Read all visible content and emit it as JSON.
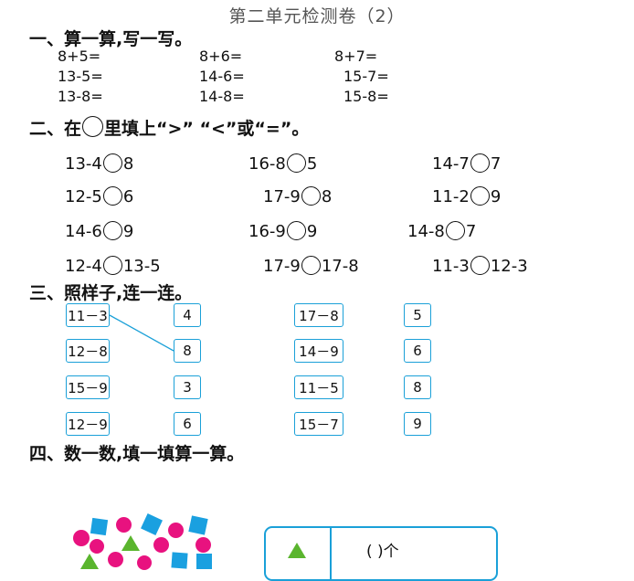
{
  "title": "第二单元检测卷（2）",
  "section1": {
    "heading": "一、算一算,写一写。",
    "rows": [
      [
        "8+5=",
        "8+6=",
        "8+7="
      ],
      [
        "13-5=",
        "14-6=",
        "15-7="
      ],
      [
        "13-8=",
        "14-8=",
        "15-8="
      ]
    ]
  },
  "section2": {
    "heading_a": "二、在",
    "heading_b": "里填上“>”  “<”或“=”。",
    "rows": [
      [
        [
          "13-4",
          "8"
        ],
        [
          "16-8",
          "5"
        ],
        [
          "14-7",
          "7"
        ]
      ],
      [
        [
          "12-5",
          "6"
        ],
        [
          "17-9",
          "8"
        ],
        [
          "11-2",
          "9"
        ]
      ],
      [
        [
          "14-6",
          "9"
        ],
        [
          "16-9",
          "9"
        ],
        [
          "14-8",
          "7"
        ]
      ],
      [
        [
          "12-4",
          "13-5"
        ],
        [
          "17-9",
          "17-8"
        ],
        [
          "11-3",
          "12-3"
        ]
      ]
    ]
  },
  "section3": {
    "heading": "三、照样子,连一连。",
    "col1": [
      "11－3",
      "12－8",
      "15－9",
      "12－9"
    ],
    "col2": [
      "4",
      "8",
      "3",
      "6"
    ],
    "col3": [
      "17－8",
      "14－9",
      "11－5",
      "15－7"
    ],
    "col4": [
      "5",
      "6",
      "8",
      "9"
    ]
  },
  "section4": {
    "heading": "四、数一数,填一填算一算。",
    "table_cell": "(      )个"
  }
}
